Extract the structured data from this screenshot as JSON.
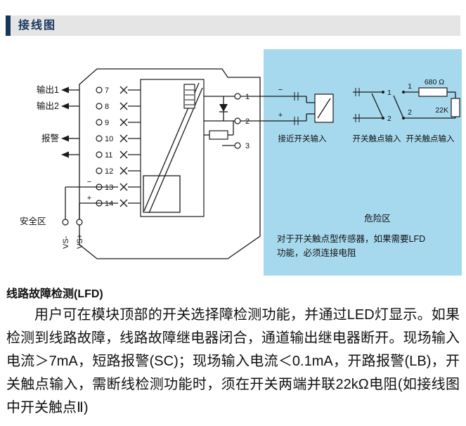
{
  "header": {
    "title": "接线图"
  },
  "diagram": {
    "labels": {
      "output1": "输出1",
      "output2": "输出2",
      "alarm": "报警",
      "safe_zone": "安全区",
      "hazard_zone": "危险区",
      "vs_minus": "VS-",
      "vs_plus": "VS+",
      "minus": "−",
      "plus": "+",
      "proximity_input": "接近开关输入",
      "contact_input_1": "开关触点输入",
      "contact_input_2": "开关触点输入",
      "resistor_680": "680 Ω",
      "resistor_22k": "22K",
      "note_line1": "对于开关触点型传感器，如果需要LFD",
      "note_line2": "功能，必须连接电阻"
    },
    "left_terminals": [
      "7",
      "8",
      "9",
      "10",
      "11",
      "12",
      "13",
      "14"
    ],
    "right_terminals": [
      "1",
      "2",
      "3"
    ],
    "wire_labels": {
      "one": "1",
      "two": "2"
    }
  },
  "section": {
    "heading": "线路故障检测(LFD)",
    "paragraph": "用户可在模块顶部的开关选择障检测功能，并通过LED灯显示。如果检测到线路故障，线路故障继电器闭合，通道输出继电器断开。现场输入电流＞7mA，短路报警(SC)；现场输入电流＜0.1mA，开路报警(LB)，开关触点输入，需断线检测功能时，须在开关两端并联22kΩ电阻(如接线图中开关触点Ⅱ)"
  },
  "colors": {
    "hazard_bg": "#a7d9ee",
    "header_bg": "#e5e5e6",
    "accent": "#17365d"
  }
}
